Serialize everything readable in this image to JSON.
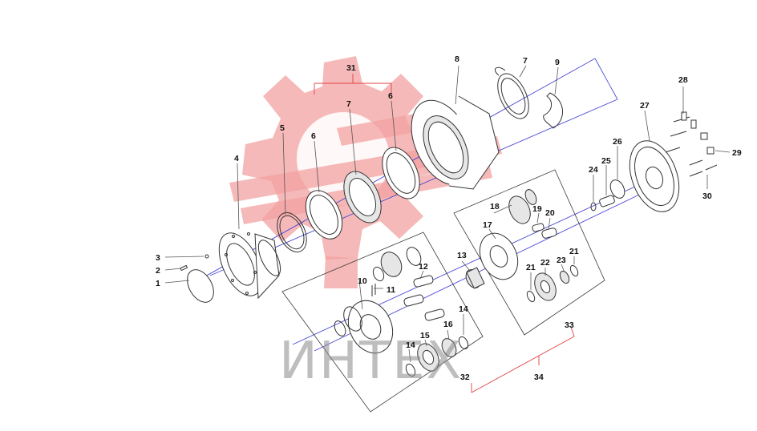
{
  "watermark": {
    "text": "ИНТЕХ",
    "gear_color": "#f3a2a2",
    "text_color": "#8a8a8a"
  },
  "axis_color": "#4a4ad8",
  "group_bracket_color": "#e04040",
  "callouts": [
    {
      "id": "c1",
      "label": "1"
    },
    {
      "id": "c2",
      "label": "2"
    },
    {
      "id": "c3",
      "label": "3"
    },
    {
      "id": "c4",
      "label": "4"
    },
    {
      "id": "c5",
      "label": "5"
    },
    {
      "id": "c6a",
      "label": "6"
    },
    {
      "id": "c6b",
      "label": "6"
    },
    {
      "id": "c7a",
      "label": "7"
    },
    {
      "id": "c7b",
      "label": "7"
    },
    {
      "id": "c8",
      "label": "8"
    },
    {
      "id": "c9",
      "label": "9"
    },
    {
      "id": "c10",
      "label": "10"
    },
    {
      "id": "c11",
      "label": "11"
    },
    {
      "id": "c12",
      "label": "12"
    },
    {
      "id": "c13",
      "label": "13"
    },
    {
      "id": "c14a",
      "label": "14"
    },
    {
      "id": "c14b",
      "label": "14"
    },
    {
      "id": "c15",
      "label": "15"
    },
    {
      "id": "c16",
      "label": "16"
    },
    {
      "id": "c17",
      "label": "17"
    },
    {
      "id": "c18",
      "label": "18"
    },
    {
      "id": "c19",
      "label": "19"
    },
    {
      "id": "c20",
      "label": "20"
    },
    {
      "id": "c21a",
      "label": "21"
    },
    {
      "id": "c21b",
      "label": "21"
    },
    {
      "id": "c22",
      "label": "22"
    },
    {
      "id": "c23",
      "label": "23"
    },
    {
      "id": "c24",
      "label": "24"
    },
    {
      "id": "c25",
      "label": "25"
    },
    {
      "id": "c26",
      "label": "26"
    },
    {
      "id": "c27",
      "label": "27"
    },
    {
      "id": "c28",
      "label": "28"
    },
    {
      "id": "c29",
      "label": "29"
    },
    {
      "id": "c30",
      "label": "30"
    },
    {
      "id": "c31",
      "label": "31"
    },
    {
      "id": "c32",
      "label": "32"
    },
    {
      "id": "c33",
      "label": "33"
    },
    {
      "id": "c34",
      "label": "34"
    }
  ]
}
